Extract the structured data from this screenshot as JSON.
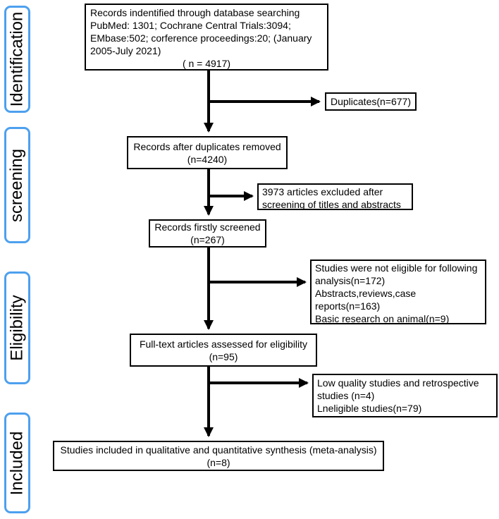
{
  "colors": {
    "stage_border": "#4da0ee",
    "box_border": "#000000",
    "arrow": "#000000",
    "text": "#000000",
    "background": "#ffffff"
  },
  "stages": {
    "identification": "Identification",
    "screening": "screening",
    "eligibility": "Eligibility",
    "included": "Included"
  },
  "boxes": {
    "identified": {
      "lines": [
        "Records indentified through database searching",
        "PubMed: 1301;  Cochrane Central Trials:3094;",
        "EMbase:502;  corference proceedings:20; (January",
        "2005-July 2021)"
      ],
      "count": "( n = 4917)"
    },
    "duplicates": {
      "text": "Duplicates(n=677)"
    },
    "after_duplicates": {
      "text": "Records after duplicates removed",
      "count": "(n=4240)"
    },
    "title_abstract_excluded": {
      "lines": [
        "3973 articles excluded after",
        "screening of titles and abstracts"
      ]
    },
    "firstly_screened": {
      "text": "Records firstly screened",
      "count": "(n=267)"
    },
    "not_eligible": {
      "lines": [
        "Studies were not eligible for following",
        "analysis(n=172)",
        "Abstracts,reviews,case",
        "reports(n=163)",
        "Basic research on animal(n=9)"
      ]
    },
    "fulltext_assessed": {
      "text": "Full-text articles assessed for eligibility",
      "count": "(n=95)"
    },
    "fulltext_excluded": {
      "lines": [
        "Low quality studies and retrospective",
        "studies (n=4)",
        "Lneligible studies(n=79)"
      ]
    },
    "included_synthesis": {
      "text": "Studies included in qualitative and quantitative synthesis (meta-analysis)",
      "count": "(n=8)"
    }
  }
}
